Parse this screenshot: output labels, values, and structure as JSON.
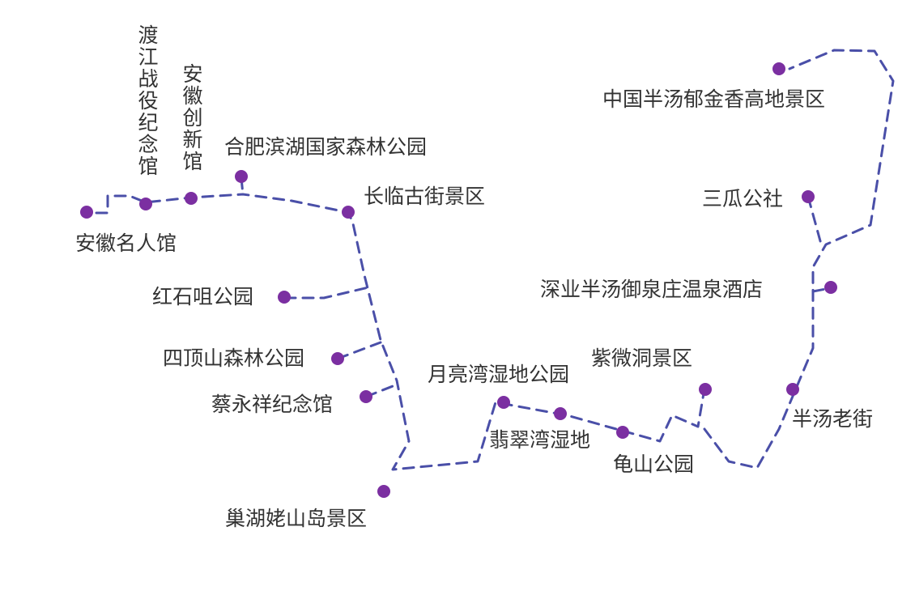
{
  "colors": {
    "route": "#4a4fa8",
    "marker": "#7b2fa1",
    "label": "#333333",
    "background": "#ffffff"
  },
  "icons": {
    "marker": "dot-marker-icon"
  },
  "pois": [
    {
      "id": "anhui-celebrity-hall",
      "name": "安徽名人馆"
    },
    {
      "id": "river-crossing-memorial",
      "name": "渡江战役纪念馆"
    },
    {
      "id": "anhui-innovation-hall",
      "name": "安徽创新馆"
    },
    {
      "id": "binhu-forest-park",
      "name": "合肥滨湖国家森林公园"
    },
    {
      "id": "changlin-old-street",
      "name": "长临古街景区"
    },
    {
      "id": "hongshiju-park",
      "name": "红石咀公园"
    },
    {
      "id": "siding-mountain-park",
      "name": "四顶山森林公园"
    },
    {
      "id": "cai-yongxiang-memorial",
      "name": "蔡永祥纪念馆"
    },
    {
      "id": "laoshan-island",
      "name": "巢湖姥山岛景区"
    },
    {
      "id": "moon-bay-wetland",
      "name": "月亮湾湿地公园"
    },
    {
      "id": "emerald-bay-wetland",
      "name": "翡翠湾湿地"
    },
    {
      "id": "ziwei-cave",
      "name": "紫微洞景区"
    },
    {
      "id": "guishan-park",
      "name": "龟山公园"
    },
    {
      "id": "bantang-old-street",
      "name": "半汤老街"
    },
    {
      "id": "hot-spring-hotel",
      "name": "深业半汤御泉庄温泉酒店"
    },
    {
      "id": "sangua-commune",
      "name": "三瓜公社"
    },
    {
      "id": "tulip-highland",
      "name": "中国半汤郁金香高地景区"
    }
  ]
}
